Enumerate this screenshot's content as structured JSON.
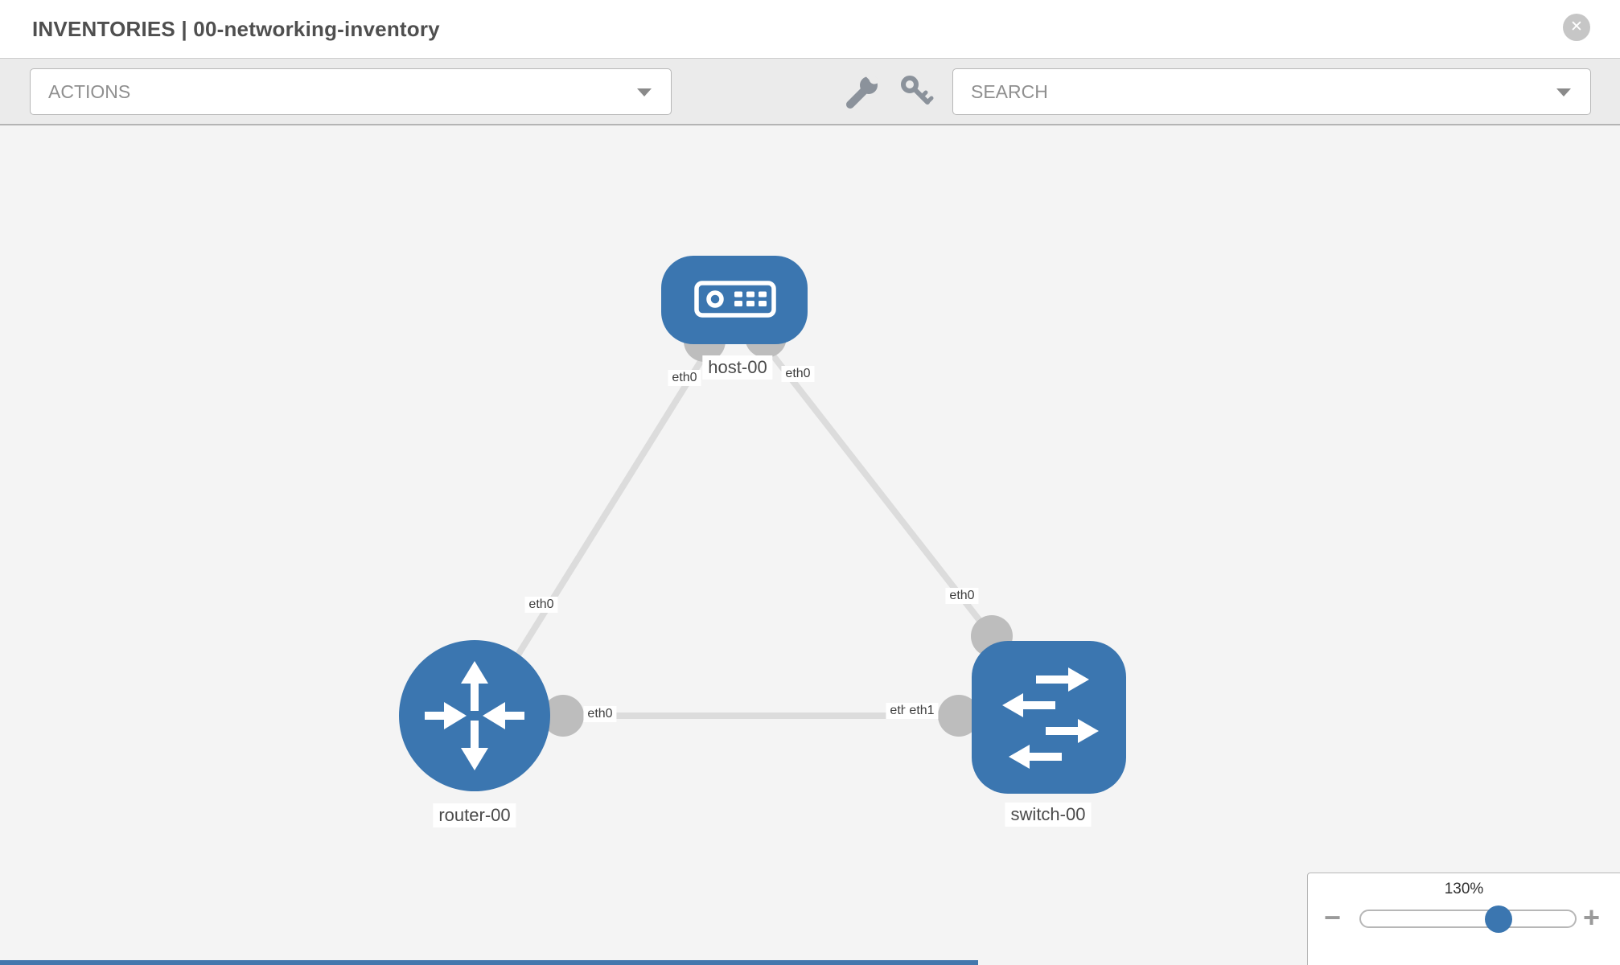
{
  "header": {
    "title": "INVENTORIES | 00-networking-inventory",
    "close_glyph": "✕"
  },
  "toolbar": {
    "actions_label": "ACTIONS",
    "search_label": "SEARCH",
    "icons": [
      "wrench-icon",
      "key-icon"
    ]
  },
  "topology": {
    "nodes": [
      {
        "name": "host-00",
        "type": "host"
      },
      {
        "name": "router-00",
        "type": "router"
      },
      {
        "name": "switch-00",
        "type": "switch"
      }
    ],
    "links": [
      {
        "source": "host-00",
        "source_interface": "eth0",
        "target": "router-00",
        "target_interface": "eth0"
      },
      {
        "source": "host-00",
        "source_interface": "eth0",
        "target": "switch-00",
        "target_interface": "eth0"
      },
      {
        "source": "router-00",
        "source_interface": "eth0",
        "target": "switch-00",
        "target_interface": "eth1"
      }
    ],
    "labels": {
      "host": "host-00",
      "router": "router-00",
      "switch": "switch-00",
      "host_iface_left": "eth0",
      "host_iface_right": "eth0",
      "router_link_iface": "eth0",
      "router_iface_right": "eth0",
      "switch_iface_top": "eth0",
      "switch_iface_left_back": "eth0",
      "switch_iface_left_front": "eth1"
    }
  },
  "zoom_control": {
    "level": "130%",
    "percent_value": 130,
    "minus_glyph": "−",
    "plus_glyph": "+"
  },
  "colors": {
    "node_blue": "#3b76b0",
    "link_gray": "#dcdcdc",
    "connector_gray": "#bdbdbd",
    "canvas_bg": "#f4f4f4",
    "toolbar_bg": "#ebebeb"
  }
}
